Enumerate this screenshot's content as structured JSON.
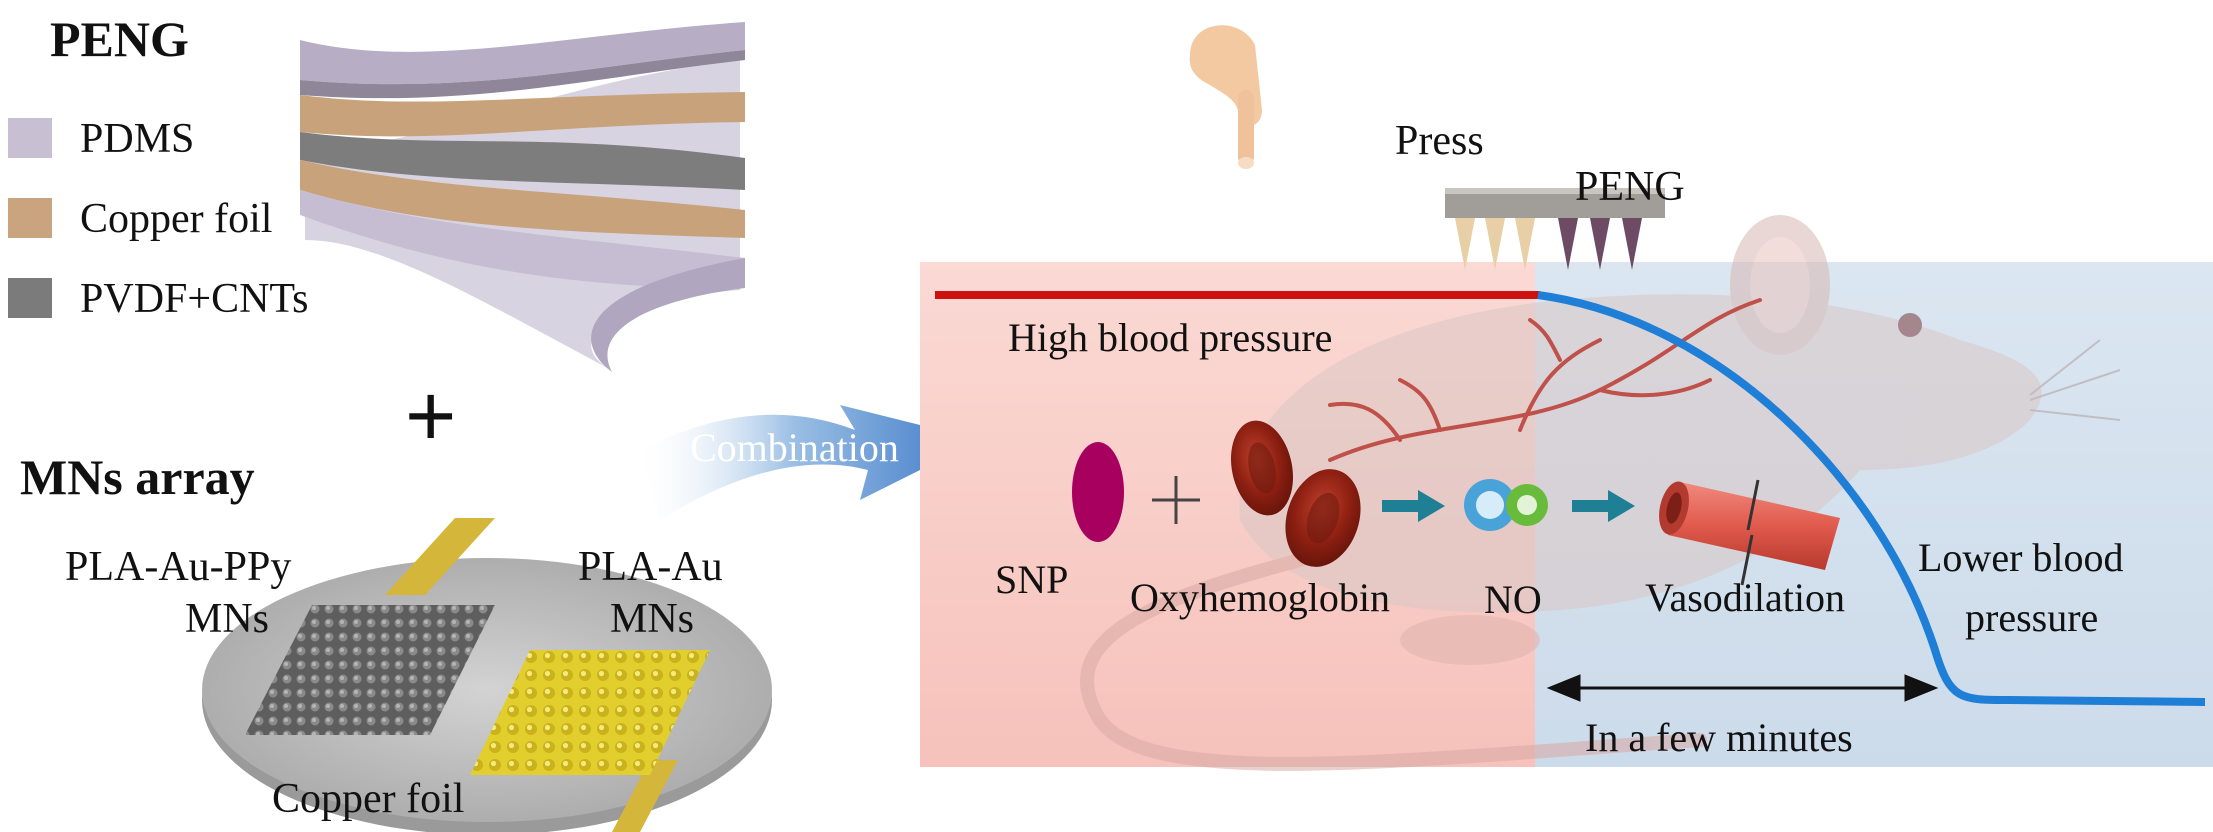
{
  "peng": {
    "title": "PENG",
    "legend": [
      {
        "label": "PDMS",
        "color": "#c9bfd3"
      },
      {
        "label": "Copper foil",
        "color": "#c9a47e"
      },
      {
        "label": "PVDF+CNTs",
        "color": "#7b7b7b"
      }
    ]
  },
  "plus": "+",
  "mns": {
    "title": "MNs array",
    "left_label_1": "PLA-Au-PPy",
    "left_label_2": "MNs",
    "right_label_1": "PLA-Au",
    "right_label_2": "MNs",
    "bottom_label": "Copper foil"
  },
  "arrow": {
    "label": "Combination"
  },
  "scene": {
    "press": "Press",
    "peng": "PENG",
    "high_bp": "High blood pressure",
    "snp": "SNP",
    "plus": "+",
    "oxyhemoglobin": "Oxyhemoglobin",
    "no": "NO",
    "vasodilation": "Vasodilation",
    "lower_bp_1": "Lower blood",
    "lower_bp_2": "pressure",
    "timespan": "In a few minutes"
  },
  "colors": {
    "high_bp_line": "#cc1111",
    "low_bp_line": "#1f7fd6",
    "high_zone": "#f7c9c3",
    "low_zone": "#d3e0ee",
    "snp": "#a8005f",
    "rbc": "#8a1d12",
    "flow_arrow": "#1e7f95",
    "au": "#e6d33a",
    "ppy": "#6c6c6c"
  }
}
